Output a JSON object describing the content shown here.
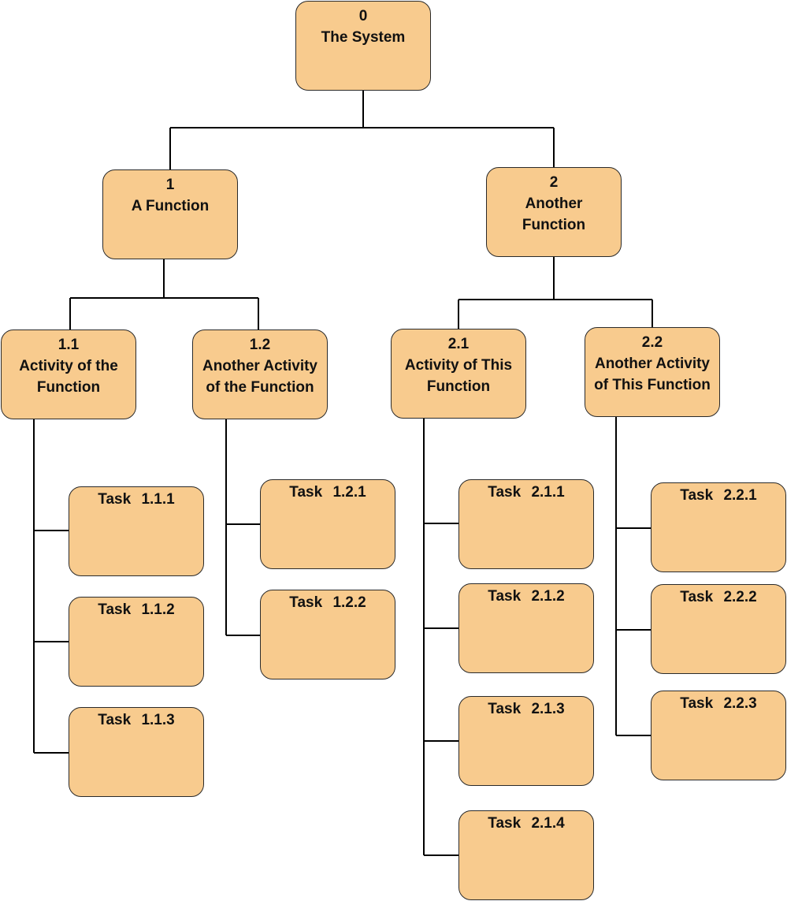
{
  "diagram": {
    "root": {
      "id": "0",
      "label": "The System"
    },
    "functions": [
      {
        "id": "1",
        "label": "A Function"
      },
      {
        "id": "2",
        "label": "Another Function"
      }
    ],
    "activities": [
      {
        "id": "1.1",
        "line1": "Activity of the",
        "line2": "Function"
      },
      {
        "id": "1.2",
        "line1": "Another Activity",
        "line2": "of the Function"
      },
      {
        "id": "2.1",
        "line1": "Activity of This",
        "line2": "Function"
      },
      {
        "id": "2.2",
        "line1": "Another Activity",
        "line2": "of This Function"
      }
    ],
    "tasks": {
      "t111": "Task 1.1.1",
      "t112": "Task 1.1.2",
      "t113": "Task 1.1.3",
      "t121": "Task 1.2.1",
      "t122": "Task 1.2.2",
      "t211": "Task 2.1.1",
      "t212": "Task 2.1.2",
      "t213": "Task 2.1.3",
      "t214": "Task 2.1.4",
      "t221": "Task 2.2.1",
      "t222": "Task 2.2.2",
      "t223": "Task 2.2.3"
    },
    "colors": {
      "box_fill": "#f8cb8e",
      "box_border": "#2a2a2a",
      "connector": "#000000"
    }
  }
}
